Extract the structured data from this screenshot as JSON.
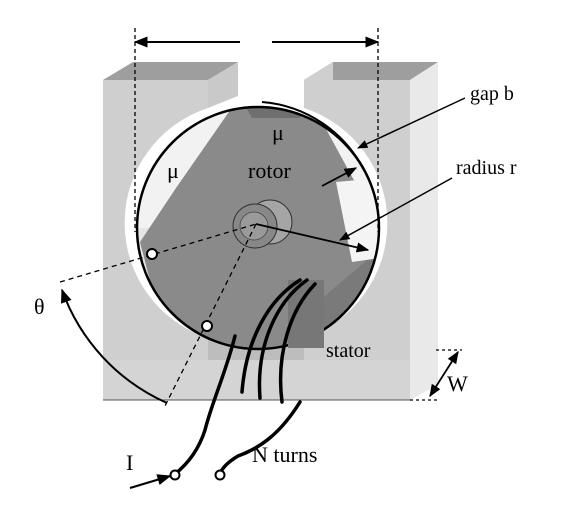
{
  "diagram": {
    "labels": {
      "gap": "gap b",
      "radius": "radius r",
      "mu_stator": "μ",
      "mu_rotor": "μ",
      "rotor": "rotor",
      "stator": "stator",
      "theta": "θ",
      "width": "W",
      "current": "I",
      "turns": "N turns"
    }
  }
}
